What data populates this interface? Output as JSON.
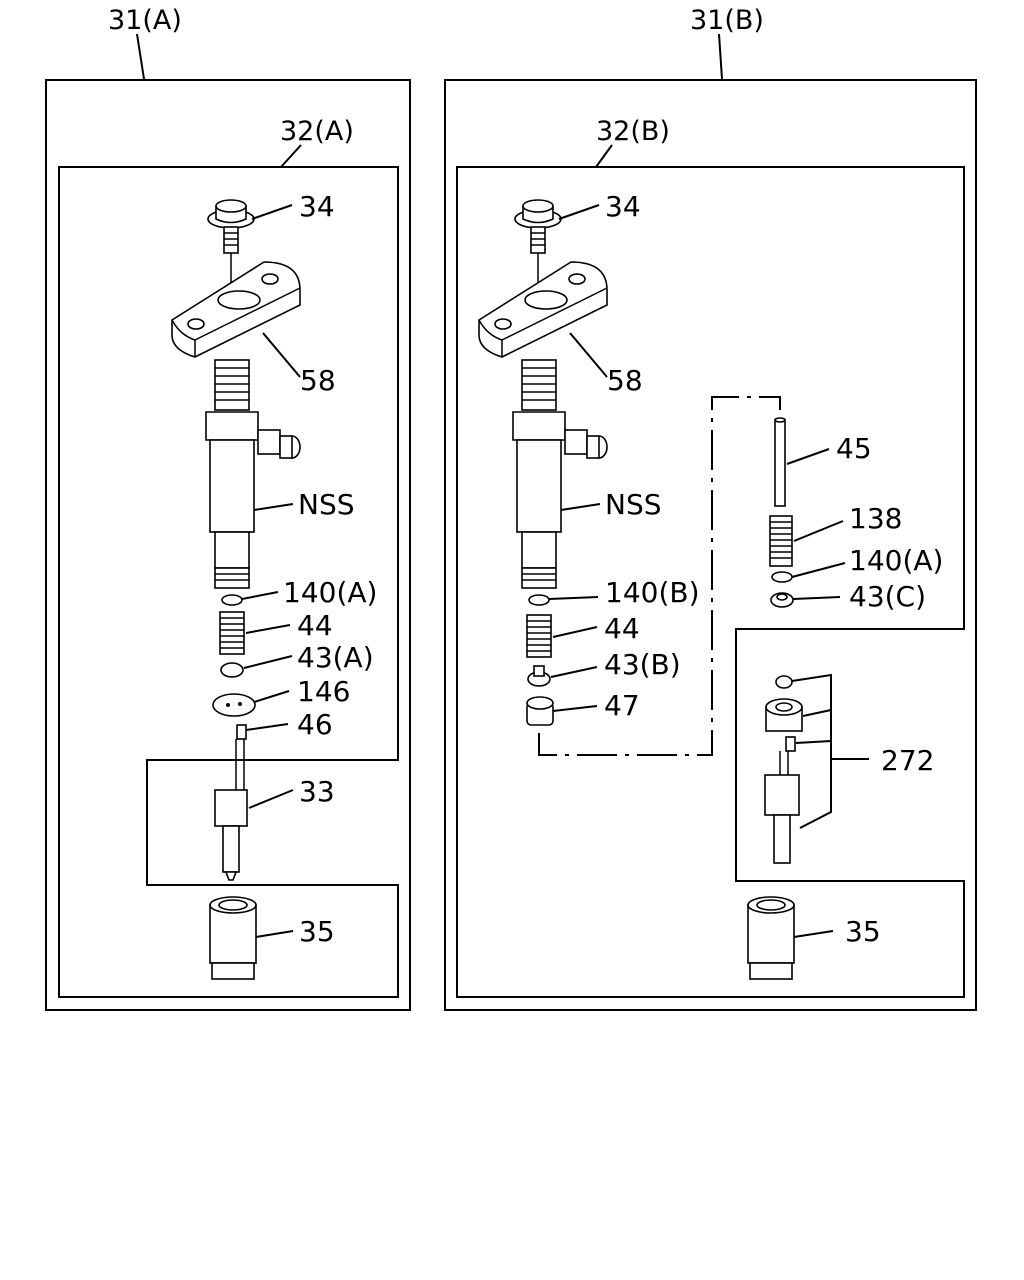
{
  "assemblies": [
    {
      "key": "A",
      "label": "31(A)",
      "subassembly_label": "32(A)",
      "callouts": {
        "bolt": "34",
        "clamp": "58",
        "holder": "NSS",
        "shim": "140(A)",
        "spring": "44",
        "spring_seat": "43(A)",
        "spacer": "146",
        "pin": "46",
        "nozzle": "33",
        "retaining_nut": "35"
      }
    },
    {
      "key": "B",
      "label": "31(B)",
      "subassembly_label": "32(B)",
      "callouts": {
        "bolt": "34",
        "clamp": "58",
        "holder": "NSS",
        "push_rod": "45",
        "spring_2": "138",
        "shim_2": "140(A)",
        "seat_2": "43(C)",
        "shim": "140(B)",
        "spring": "44",
        "spring_seat": "43(B)",
        "guide": "47",
        "nozzle_kit": "272",
        "retaining_nut": "35"
      }
    }
  ]
}
